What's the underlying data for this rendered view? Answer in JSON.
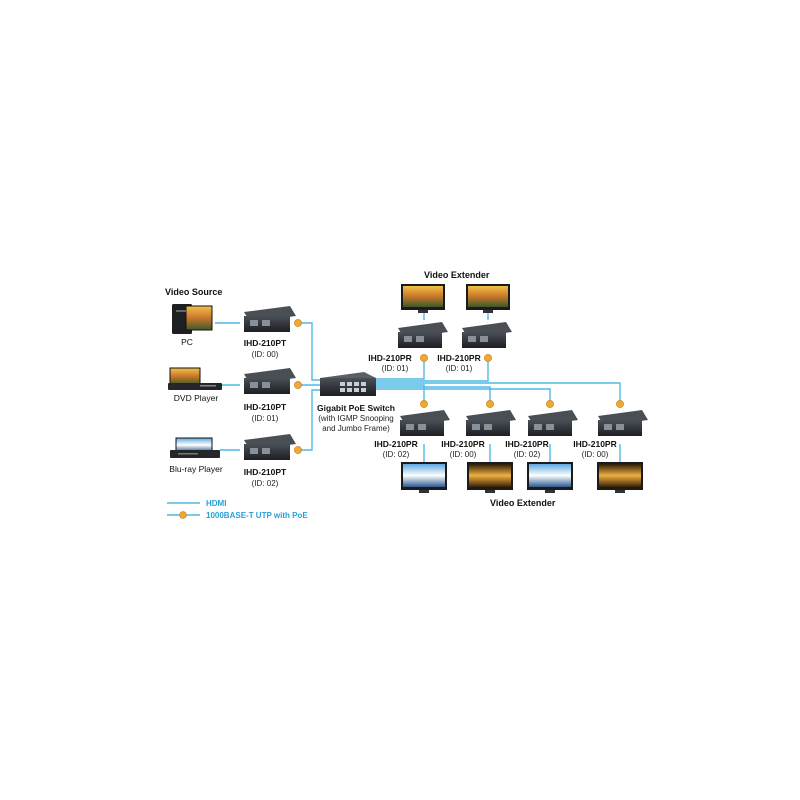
{
  "headings": {
    "video_source": "Video Source",
    "video_extender_top": "Video Extender",
    "video_extender_bottom": "Video Extender"
  },
  "sources": {
    "pc": "PC",
    "dvd": "DVD Player",
    "bluray": "Blu-ray Player"
  },
  "transmitters": [
    {
      "model": "IHD-210PT",
      "id": "(ID: 00)"
    },
    {
      "model": "IHD-210PT",
      "id": "(ID: 01)"
    },
    {
      "model": "IHD-210PT",
      "id": "(ID: 02)"
    }
  ],
  "switch": {
    "line1": "Gigabit PoE Switch",
    "line2": "(with IGMP Snooping",
    "line3": "and Jumbo Frame)"
  },
  "receivers_top": [
    {
      "model": "IHD-210PR",
      "id": "(ID: 01)"
    },
    {
      "model": "IHD-210PR",
      "id": "(ID: 01)"
    }
  ],
  "receivers_bottom": [
    {
      "model": "IHD-210PR",
      "id": "(ID: 02)"
    },
    {
      "model": "IHD-210PR",
      "id": "(ID: 00)"
    },
    {
      "model": "IHD-210PR",
      "id": "(ID: 02)"
    },
    {
      "model": "IHD-210PR",
      "id": "(ID: 00)"
    }
  ],
  "legend": {
    "hdmi": "HDMI",
    "utp": "1000BASE-T UTP with PoE"
  },
  "colors": {
    "hdmi_line": "#4fb8e6",
    "utp_node": "#f0a830",
    "device_body": "#2b2e33"
  }
}
